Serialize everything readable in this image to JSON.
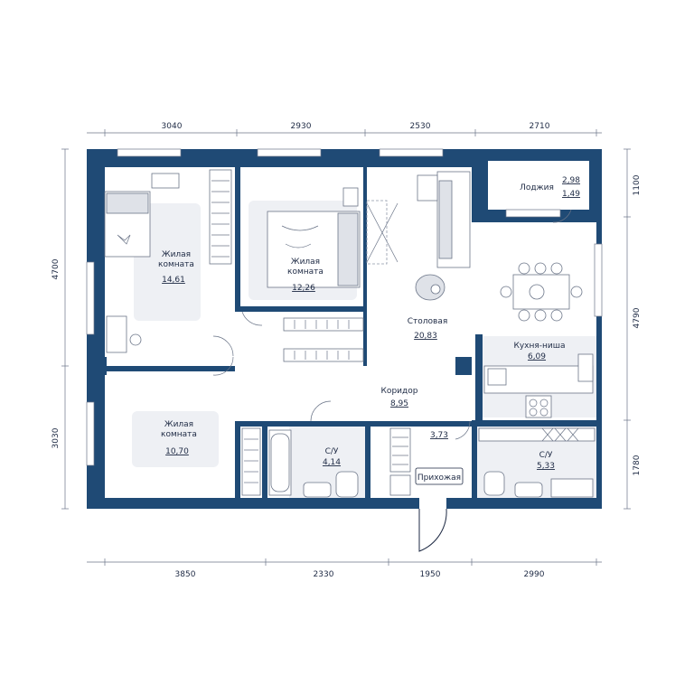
{
  "dimensions": {
    "top": [
      "3040",
      "2930",
      "2530",
      "2710"
    ],
    "bottom": [
      "3850",
      "2330",
      "1950",
      "2990"
    ],
    "left": [
      "4700",
      "3030"
    ],
    "right": [
      "1100",
      "4790",
      "1780"
    ]
  },
  "rooms": {
    "bedroom1": {
      "name_line1": "Жилая",
      "name_line2": "комната",
      "area": "14,61"
    },
    "bedroom2": {
      "name_line1": "Жилая",
      "name_line2": "комната",
      "area": "12,26"
    },
    "bedroom3": {
      "name_line1": "Жилая",
      "name_line2": "комната",
      "area": "10,70"
    },
    "dining": {
      "name": "Столовая",
      "area": "20,83"
    },
    "loggia": {
      "name": "Лоджия",
      "area1": "2,98",
      "area2": "1,49"
    },
    "kitchen": {
      "name": "Кухня-ниша",
      "area": "6,09"
    },
    "corridor": {
      "name": "Коридор",
      "area": "8,95"
    },
    "bath1": {
      "name": "С/У",
      "area": "4,14"
    },
    "bath2": {
      "name": "С/У",
      "area": "5,33"
    },
    "hall": {
      "name": "Прихожая",
      "area": "3,73"
    }
  },
  "colors": {
    "wall": "#1f4a75",
    "text": "#1e2a44"
  }
}
